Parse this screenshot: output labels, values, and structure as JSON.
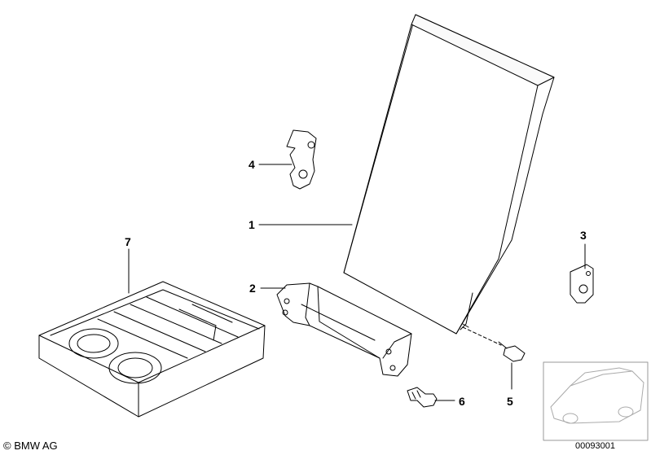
{
  "parts": [
    {
      "number": "1"
    },
    {
      "number": "2"
    },
    {
      "number": "3"
    },
    {
      "number": "4"
    },
    {
      "number": "5"
    },
    {
      "number": "6"
    },
    {
      "number": "7"
    }
  ],
  "footer": {
    "copyright": "© BMW AG",
    "diagram_code": "00093001"
  }
}
